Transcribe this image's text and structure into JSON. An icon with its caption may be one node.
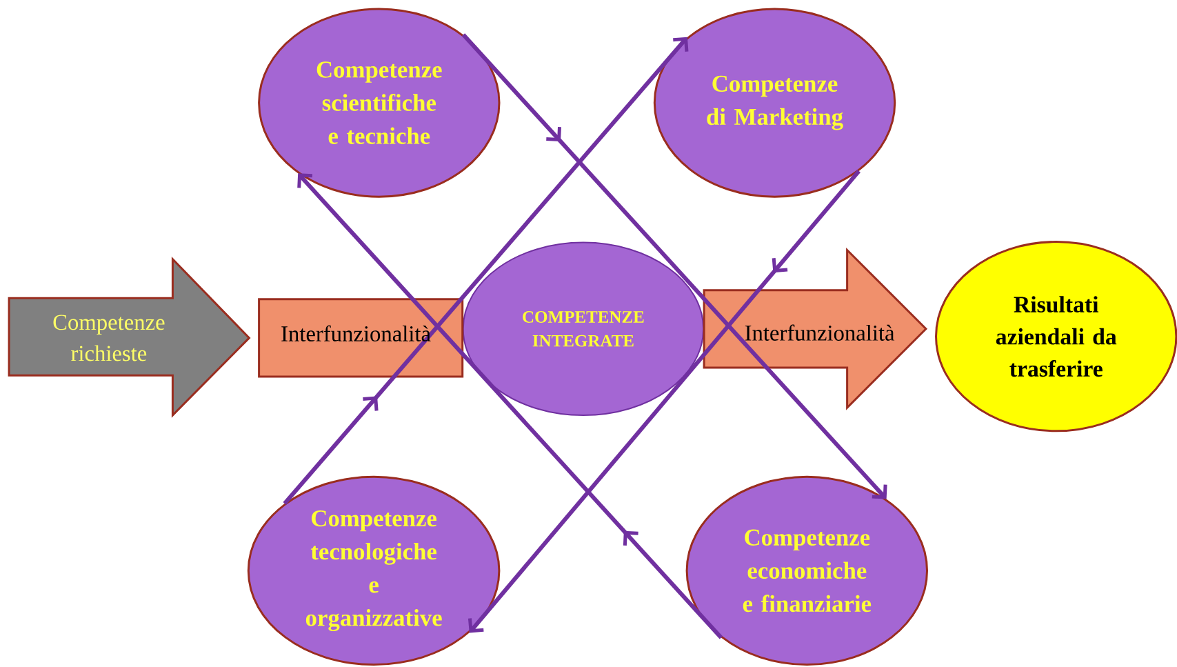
{
  "diagram": {
    "nodes": [
      {
        "text": [
          "Competenze richieste"
        ]
      },
      {
        "text": [
          "COMPETENZE INTEGRATE"
        ]
      },
      {
        "text": [
          "Risultati aziendali da trasferire"
        ]
      },
      {
        "text": [
          "Competenze scientifiche e tecniche"
        ]
      },
      {
        "text": [
          "Competenze di Marketing"
        ]
      },
      {
        "text": [
          "Competenze tecnologiche e organizzative"
        ]
      },
      {
        "text": [
          "Competenze economiche e finanziarie"
        ]
      }
    ],
    "edges": [
      {
        "from": 0,
        "to": 1,
        "arrow": "none",
        "label": "Interfunzionalità"
      },
      {
        "from": 1,
        "to": 2,
        "arrow": "to",
        "label": "Interfunzionalità"
      },
      {
        "from": 3,
        "to": 6,
        "arrow": "to"
      },
      {
        "from": 5,
        "to": 4,
        "arrow": "to"
      },
      {
        "from": 4,
        "to": 5,
        "arrow": "to"
      },
      {
        "from": 6,
        "to": 3,
        "arrow": "to"
      }
    ]
  }
}
